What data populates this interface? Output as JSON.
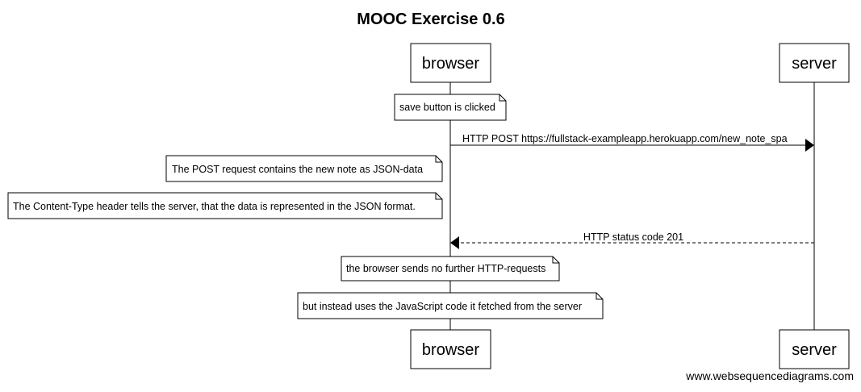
{
  "title": "MOOC Exercise 0.6",
  "participants": {
    "browser": "browser",
    "server": "server"
  },
  "notes": [
    "save button is clicked",
    "The POST request contains the new note as JSON-data",
    "The Content-Type header tells the server, that the data is represented in the JSON format.",
    "the browser sends no further HTTP-requests",
    "but instead uses the JavaScript code it fetched from the server"
  ],
  "messages": [
    {
      "from": "browser",
      "to": "server",
      "label": "HTTP POST https://fullstack-exampleapp.herokuapp.com/new_note_spa",
      "style": "solid"
    },
    {
      "from": "server",
      "to": "browser",
      "label": "HTTP status code 201",
      "style": "dashed"
    }
  ],
  "footer": "www.websequencediagrams.com"
}
